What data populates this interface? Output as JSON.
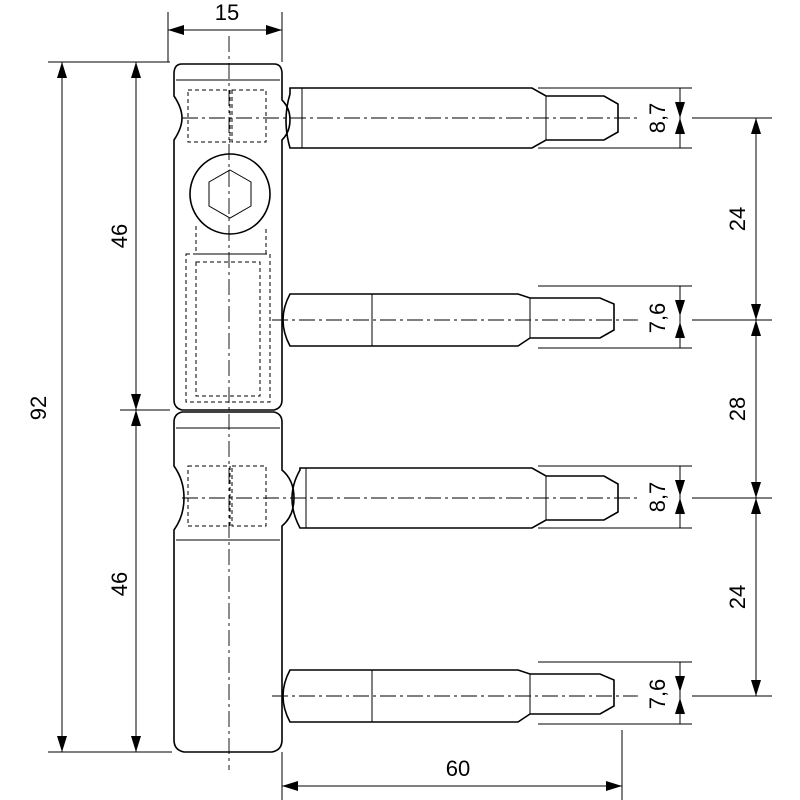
{
  "dimensions": {
    "top_width": "15",
    "total_height": "92",
    "upper_half": "46",
    "lower_half": "46",
    "pin1_diameter": "8,7",
    "pin2_diameter": "7,6",
    "pin3_diameter": "8,7",
    "pin4_diameter": "7,6",
    "spacing_1_2": "24",
    "spacing_2_3": "28",
    "spacing_3_4": "24",
    "pin_length": "60"
  }
}
